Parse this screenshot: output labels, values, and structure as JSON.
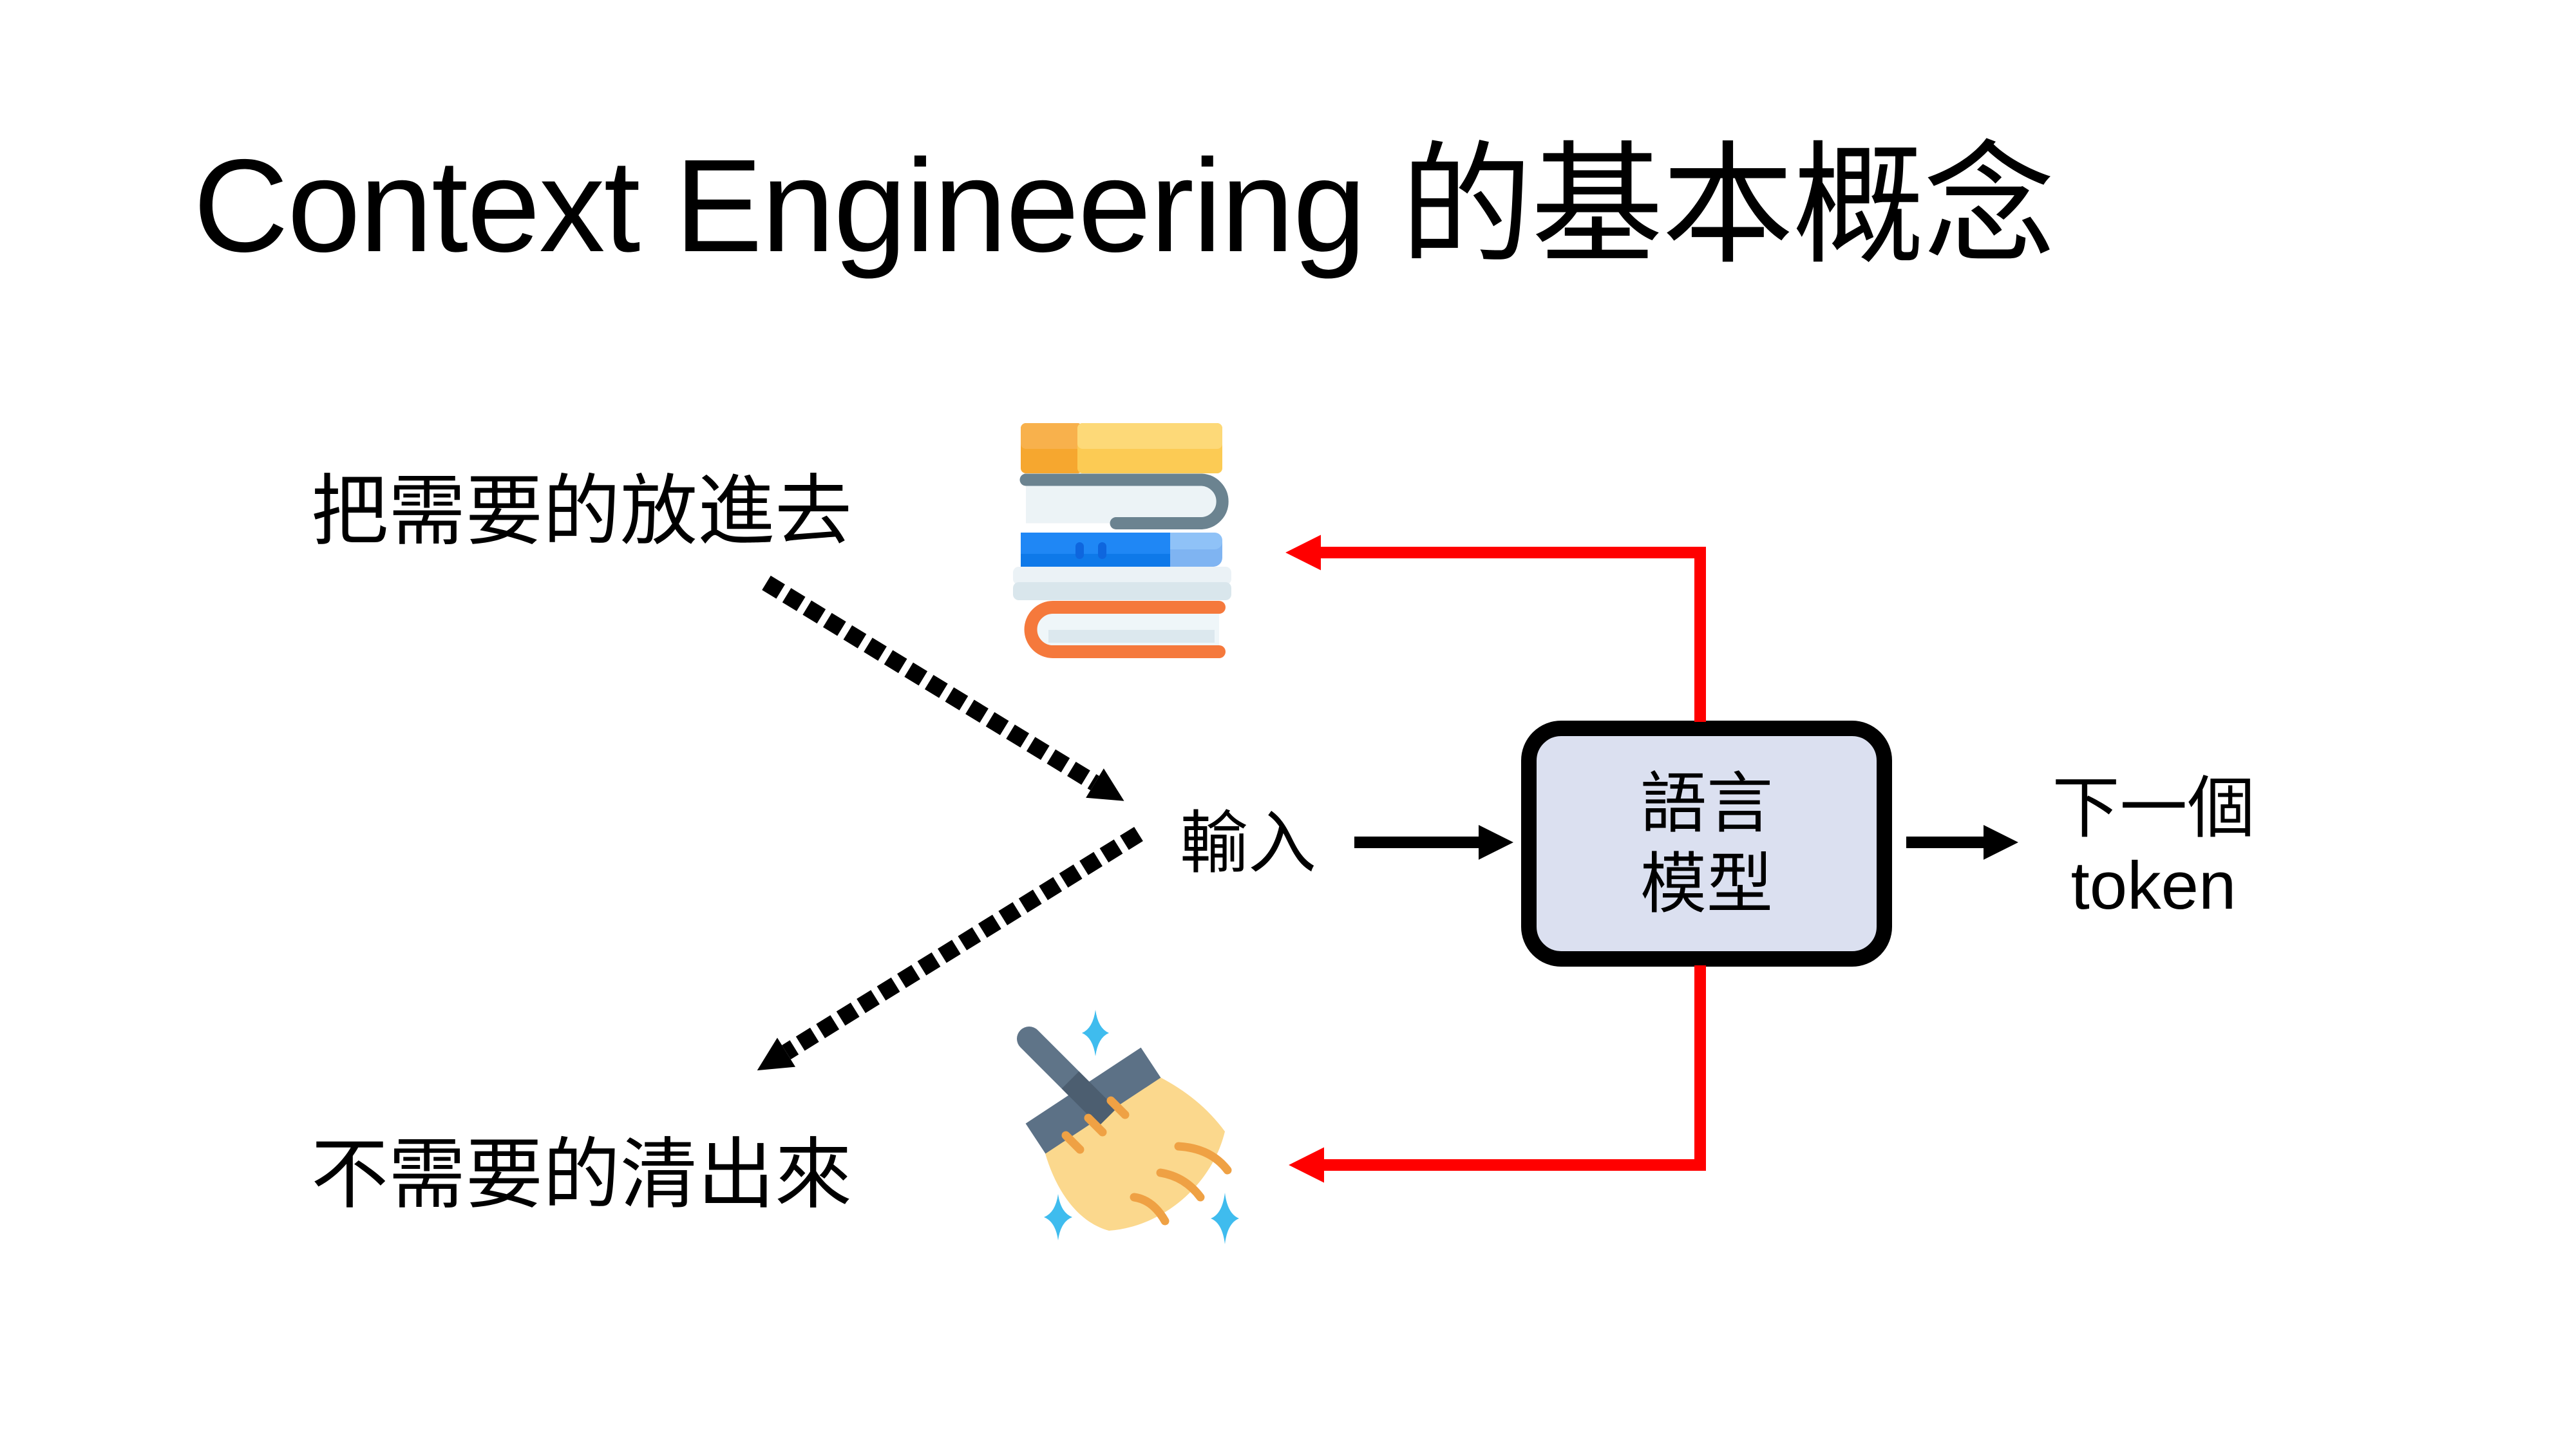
{
  "slide": {
    "title": "Context Engineering 的基本概念",
    "background_color": "#ffffff"
  },
  "diagram": {
    "put_in_label": "把需要的放進去",
    "clean_out_label": "不需要的清出來",
    "input_label": "輸入",
    "model_box": {
      "line1": "語言",
      "line2": "模型",
      "fill_color": "#dbe0f0",
      "border_color": "#000000"
    },
    "output_label": {
      "line1": "下一個",
      "line2": "token"
    },
    "icons": {
      "books": "books-stack-icon",
      "broom": "broom-icon"
    },
    "colors": {
      "feedback_arrow": "#ff0000",
      "flow_arrow": "#000000",
      "dotted_arrow": "#000000"
    }
  }
}
